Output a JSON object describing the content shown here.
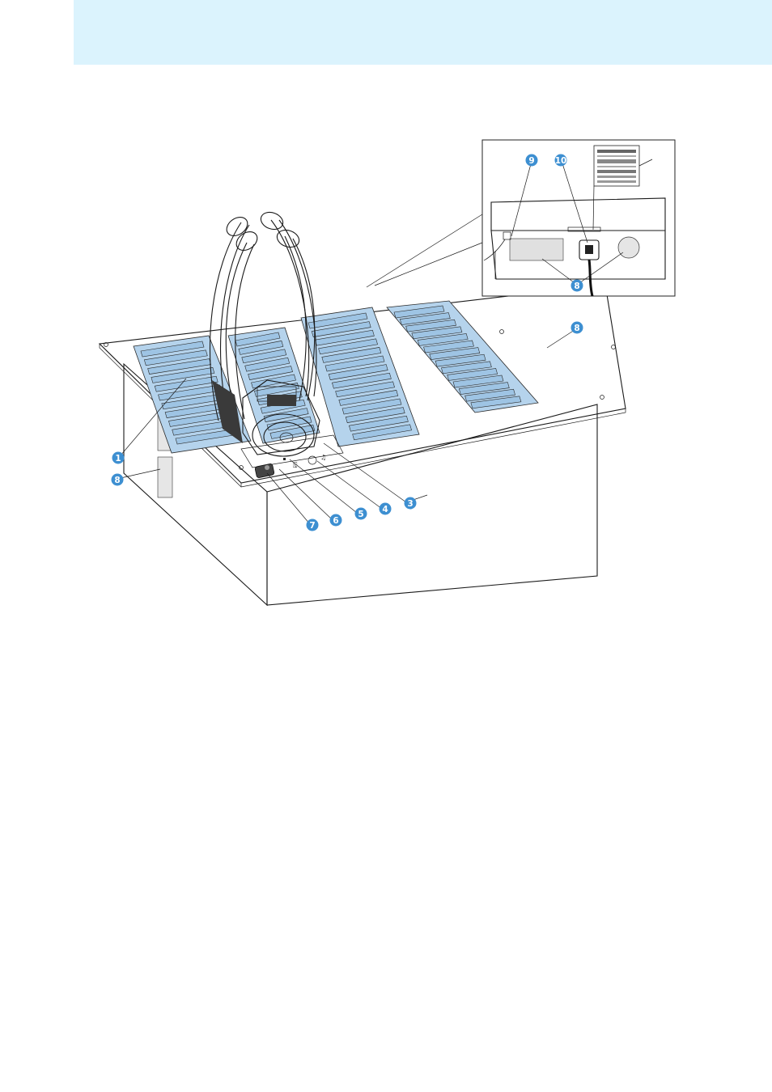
{
  "callouts": {
    "c1": "1",
    "c3": "3",
    "c4": "4",
    "c5": "5",
    "c6": "6",
    "c7": "7",
    "c8_left": "8",
    "c8_right": "8",
    "c8_inset": "8",
    "c9": "9",
    "c10": "10"
  },
  "colors": {
    "header_band": "#dbf3fd",
    "callout_fill": "#3d8fd1",
    "charging_pad": "#b5d3ec"
  },
  "icons": {
    "headphone": "headphone-icon",
    "power_plug": "power-connector-icon",
    "rating_plate": "rating-plate-icon"
  }
}
